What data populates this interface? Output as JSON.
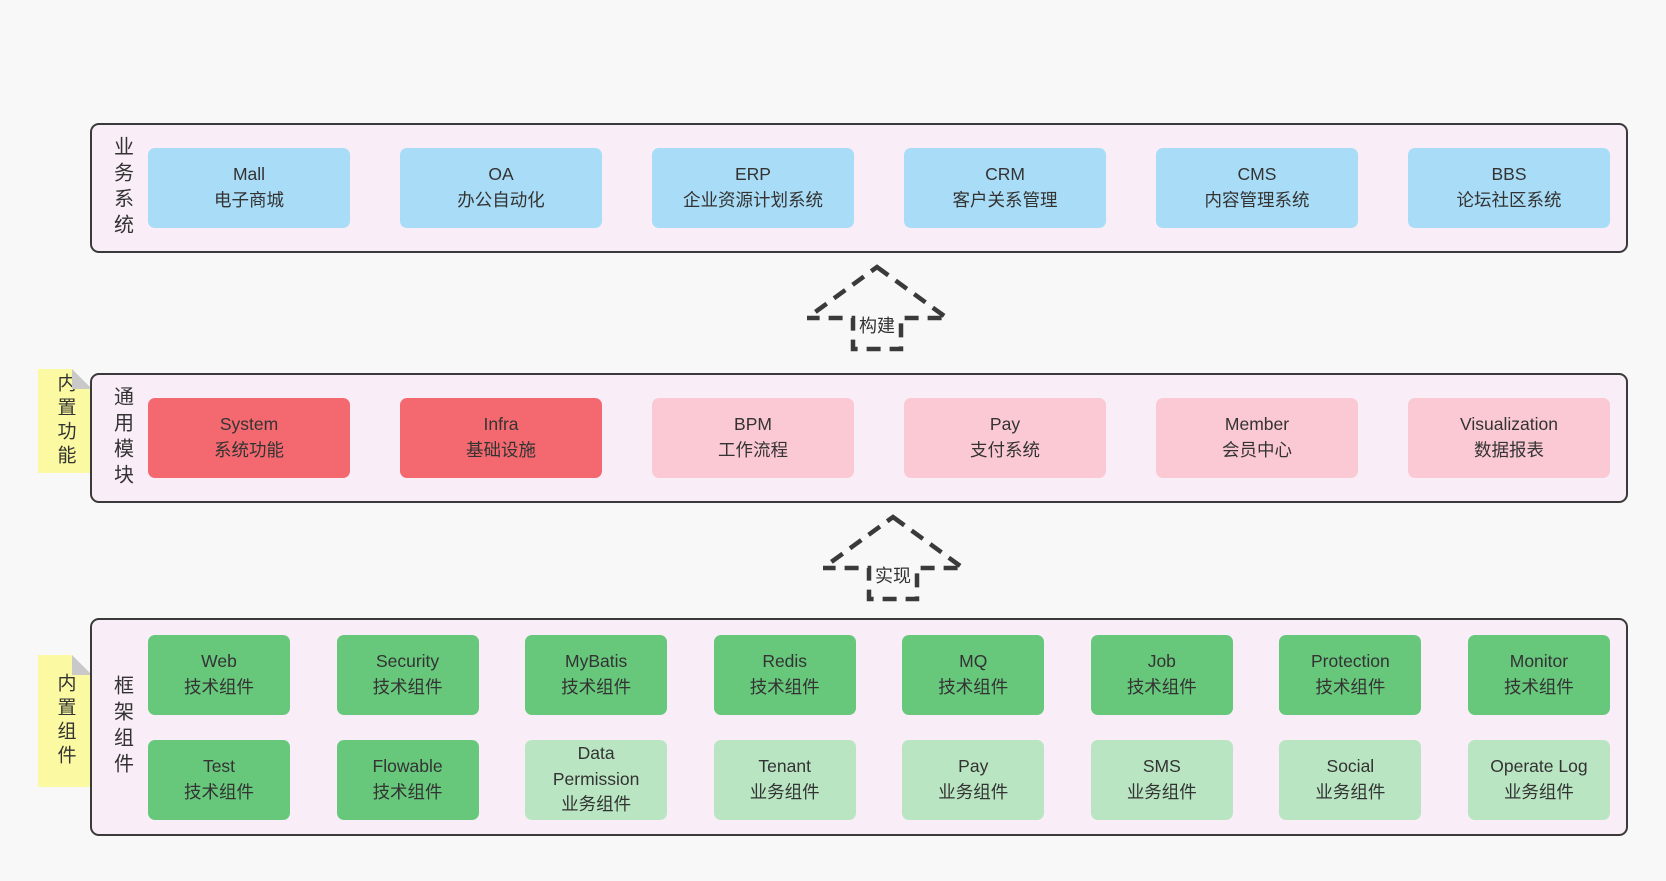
{
  "colors": {
    "bg": "#f8f8f8",
    "panel": "#f9edf7",
    "border": "#3a3a3a",
    "blue": "#a9dcf6",
    "red": "#f4696f",
    "pink": "#fbc9d4",
    "green_dark": "#67c87c",
    "green_light": "#b9e5c2",
    "sticky": "#fbfaa2",
    "fold": "#c9c9c9",
    "text": "#333333"
  },
  "arrows": [
    {
      "label": "构建"
    },
    {
      "label": "实现"
    }
  ],
  "sections": {
    "business": {
      "label": "业务系统",
      "boxes": [
        {
          "name": "Mall",
          "desc": "电子商城"
        },
        {
          "name": "OA",
          "desc": "办公自动化"
        },
        {
          "name": "ERP",
          "desc": "企业资源计划系统"
        },
        {
          "name": "CRM",
          "desc": "客户关系管理"
        },
        {
          "name": "CMS",
          "desc": "内容管理系统"
        },
        {
          "name": "BBS",
          "desc": "论坛社区系统"
        }
      ]
    },
    "modules": {
      "label": "通用模块",
      "tag": "内置功能",
      "boxes": [
        {
          "name": "System",
          "desc": "系统功能"
        },
        {
          "name": "Infra",
          "desc": "基础设施"
        },
        {
          "name": "BPM",
          "desc": "工作流程"
        },
        {
          "name": "Pay",
          "desc": "支付系统"
        },
        {
          "name": "Member",
          "desc": "会员中心"
        },
        {
          "name": "Visualization",
          "desc": "数据报表"
        }
      ]
    },
    "framework": {
      "label": "框架组件",
      "tag": "内置组件",
      "row1": [
        {
          "name": "Web",
          "desc": "技术组件"
        },
        {
          "name": "Security",
          "desc": "技术组件"
        },
        {
          "name": "MyBatis",
          "desc": "技术组件"
        },
        {
          "name": "Redis",
          "desc": "技术组件"
        },
        {
          "name": "MQ",
          "desc": "技术组件"
        },
        {
          "name": "Job",
          "desc": "技术组件"
        },
        {
          "name": "Protection",
          "desc": "技术组件"
        },
        {
          "name": "Monitor",
          "desc": "技术组件"
        }
      ],
      "row2": [
        {
          "name": "Test",
          "desc": "技术组件"
        },
        {
          "name": "Flowable",
          "desc": "技术组件"
        },
        {
          "name": "Data Permission",
          "desc": "业务组件"
        },
        {
          "name": "Tenant",
          "desc": "业务组件"
        },
        {
          "name": "Pay",
          "desc": "业务组件"
        },
        {
          "name": "SMS",
          "desc": "业务组件"
        },
        {
          "name": "Social",
          "desc": "业务组件"
        },
        {
          "name": "Operate Log",
          "desc": "业务组件"
        }
      ]
    }
  }
}
